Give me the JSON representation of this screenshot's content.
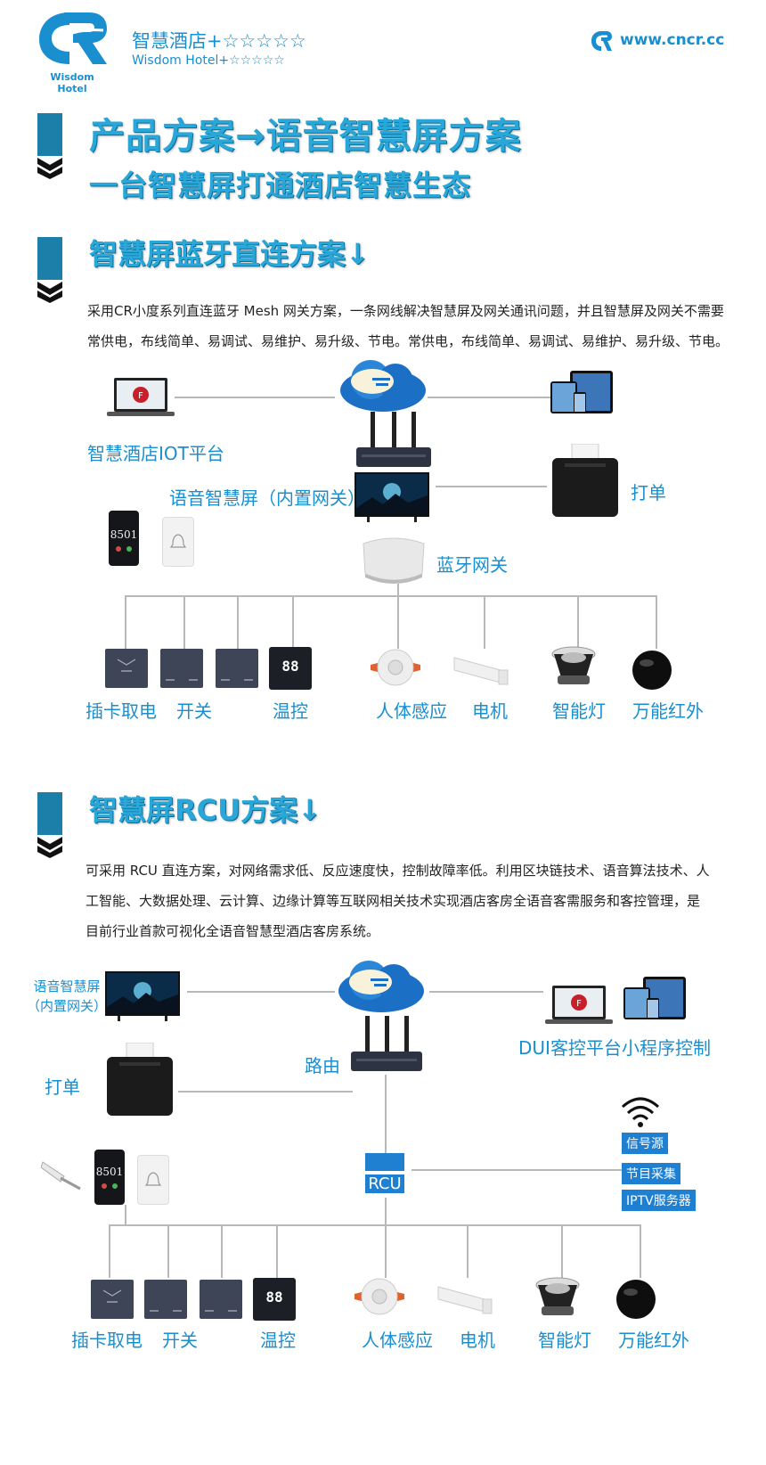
{
  "brand": {
    "logo_text": "Wisdom Hotel",
    "title": "智慧酒店+☆☆☆☆☆",
    "subtitle": "Wisdom Hotel+☆☆☆☆☆",
    "website": "www.cncr.cc"
  },
  "headline": {
    "line1": "产品方案→语音智慧屏方案",
    "line2": "一台智慧屏打通酒店智慧生态"
  },
  "section1": {
    "title": "智慧屏蓝牙直连方案↓",
    "para_line1": "采用CR小度系列直连蓝牙 Mesh 网关方案，一条网线解决智慧屏及网关通讯问题，并且智慧屏及网关不需要",
    "para_line2": "常供电，布线简单、易调试、易维护、易升级、节电。常供电，布线简单、易调试、易维护、易升级、节电。",
    "labels": {
      "iot_platform": "智慧酒店IOT平台",
      "smart_screen": "语音智慧屏（内置网关）",
      "print": "打单",
      "bt_gateway": "蓝牙网关",
      "room_number": "8501"
    },
    "devices": [
      "插卡取电",
      "开关",
      "温控",
      "人体感应",
      "电机",
      "智能灯",
      "万能红外"
    ],
    "thermostat_reading": "88"
  },
  "section2": {
    "title": "智慧屏RCU方案↓",
    "para_line1": "可采用 RCU 直连方案，对网络需求低、反应速度快，控制故障率低。利用区块链技术、语音算法技术、人",
    "para_line2": "工智能、大数据处理、云计算、边缘计算等互联网相关技术实现酒店客房全语音客需服务和客控管理，是",
    "para_line3": "目前行业首款可视化全语音智慧型酒店客房系统。",
    "labels": {
      "smart_screen_l1": "语音智慧屏",
      "smart_screen_l2": "（内置网关）",
      "router": "路由",
      "print": "打单",
      "dui_platform": "DUI客控平台",
      "mini_program": "小程序控制",
      "rcu": "RCU",
      "signal_source": "信号源",
      "program_capture": "节目采集",
      "iptv_server": "IPTV服务器",
      "room_number": "8501"
    },
    "devices": [
      "插卡取电",
      "开关",
      "温控",
      "人体感应",
      "电机",
      "智能灯",
      "万能红外"
    ],
    "thermostat_reading": "88"
  },
  "colors": {
    "accent": "#1a8fcf",
    "heading": "#29a7d8",
    "tag_bg": "#1f7fd1",
    "marker": "#1b7faa"
  }
}
